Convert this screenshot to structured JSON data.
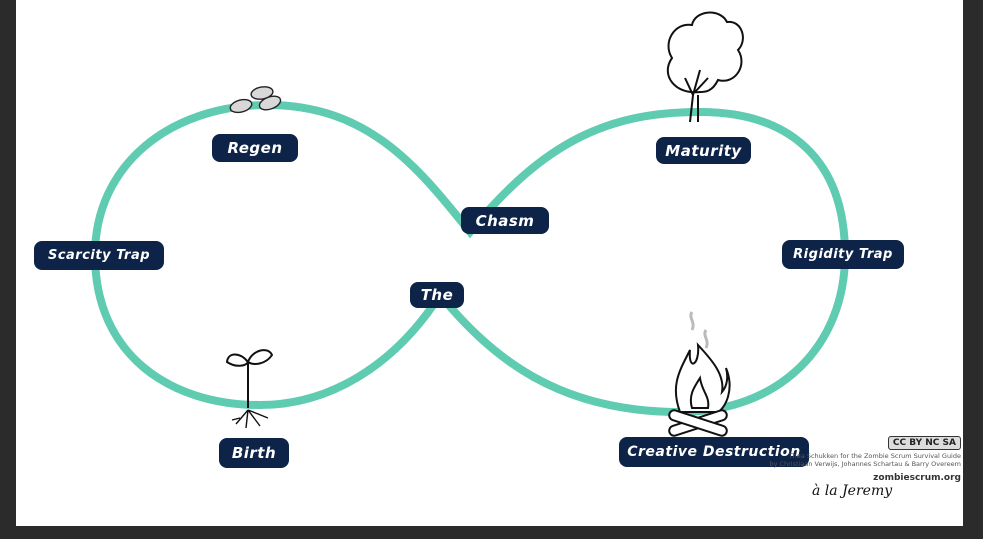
{
  "colors": {
    "loop": "#5fcbb0",
    "label_bg": "#0d2347",
    "label_text": "#ffffff"
  },
  "labels": {
    "regen": "Regen",
    "scarcity_trap": "Scarcity Trap",
    "birth": "Birth",
    "the": "The",
    "chasm": "Chasm",
    "maturity": "Maturity",
    "rigidity_trap": "Rigidity Trap",
    "creative_destruction": "Creative Destruction"
  },
  "icons": [
    "seeds-icon",
    "tree-icon",
    "sprout-icon",
    "campfire-icon"
  ],
  "credits": {
    "license": "CC BY NC SA",
    "line1": "Thea Schukken for the Zombie Scrum Survival Guide",
    "line2": "by Christiaan Verwijs, Johannes Schartau & Barry Overeem",
    "site": "zombiescrum.org"
  },
  "signature": "à la Jeremy"
}
